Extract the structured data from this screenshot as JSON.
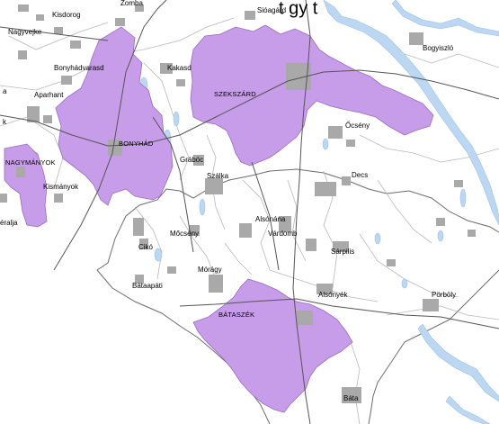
{
  "map": {
    "title_fragment": "t gy t",
    "colors": {
      "region_fill": "#c79ce8",
      "region_stroke": "#9a6cc4",
      "settlement": "#a9a9a9",
      "water": "#bcd7f1",
      "road": "#555555",
      "boundary": "#b5b5b5",
      "background": "#ffffff"
    },
    "highlighted_towns": [
      "Szekszárd",
      "Bonyhád",
      "Nagymányok",
      "Bátaszék"
    ],
    "labels": {
      "siogard": "Sióagárd",
      "kisdorog": "Kisdorog",
      "zomba": "Zomba",
      "nagyvejke": "Nagyvejke",
      "bonyhadvarasd": "Bonyhádvarasd",
      "kakasd": "Kakasd",
      "szekszard": "SZEKSZÁRD",
      "bogyiszlo": "Bogyiszló",
      "aparhant": "Aparhant",
      "a_edge": "a",
      "k_edge": "k",
      "bonyhad": "BONYHÁD",
      "ocseny": "Őcsény",
      "nagymanyok": "NAGYMÁNYOK",
      "grabóc": "Grábóc",
      "szalka": "Szálka",
      "decs": "Decs",
      "kismanyok": "Kismányok",
      "eralja": "éralja",
      "alsonana": "Alsónána",
      "mocseny": "Mőcsény",
      "vardomb": "Várdomb",
      "sarpilis": "Sárpilis",
      "ciko": "Cikó",
      "morágy": "Mórágy",
      "batapati": "Bátaapáti",
      "alsonyek": "Alsónyék",
      "porboly": "Pörböly",
      "bataszek": "BÁTASZÉK",
      "bata": "Báta"
    }
  }
}
